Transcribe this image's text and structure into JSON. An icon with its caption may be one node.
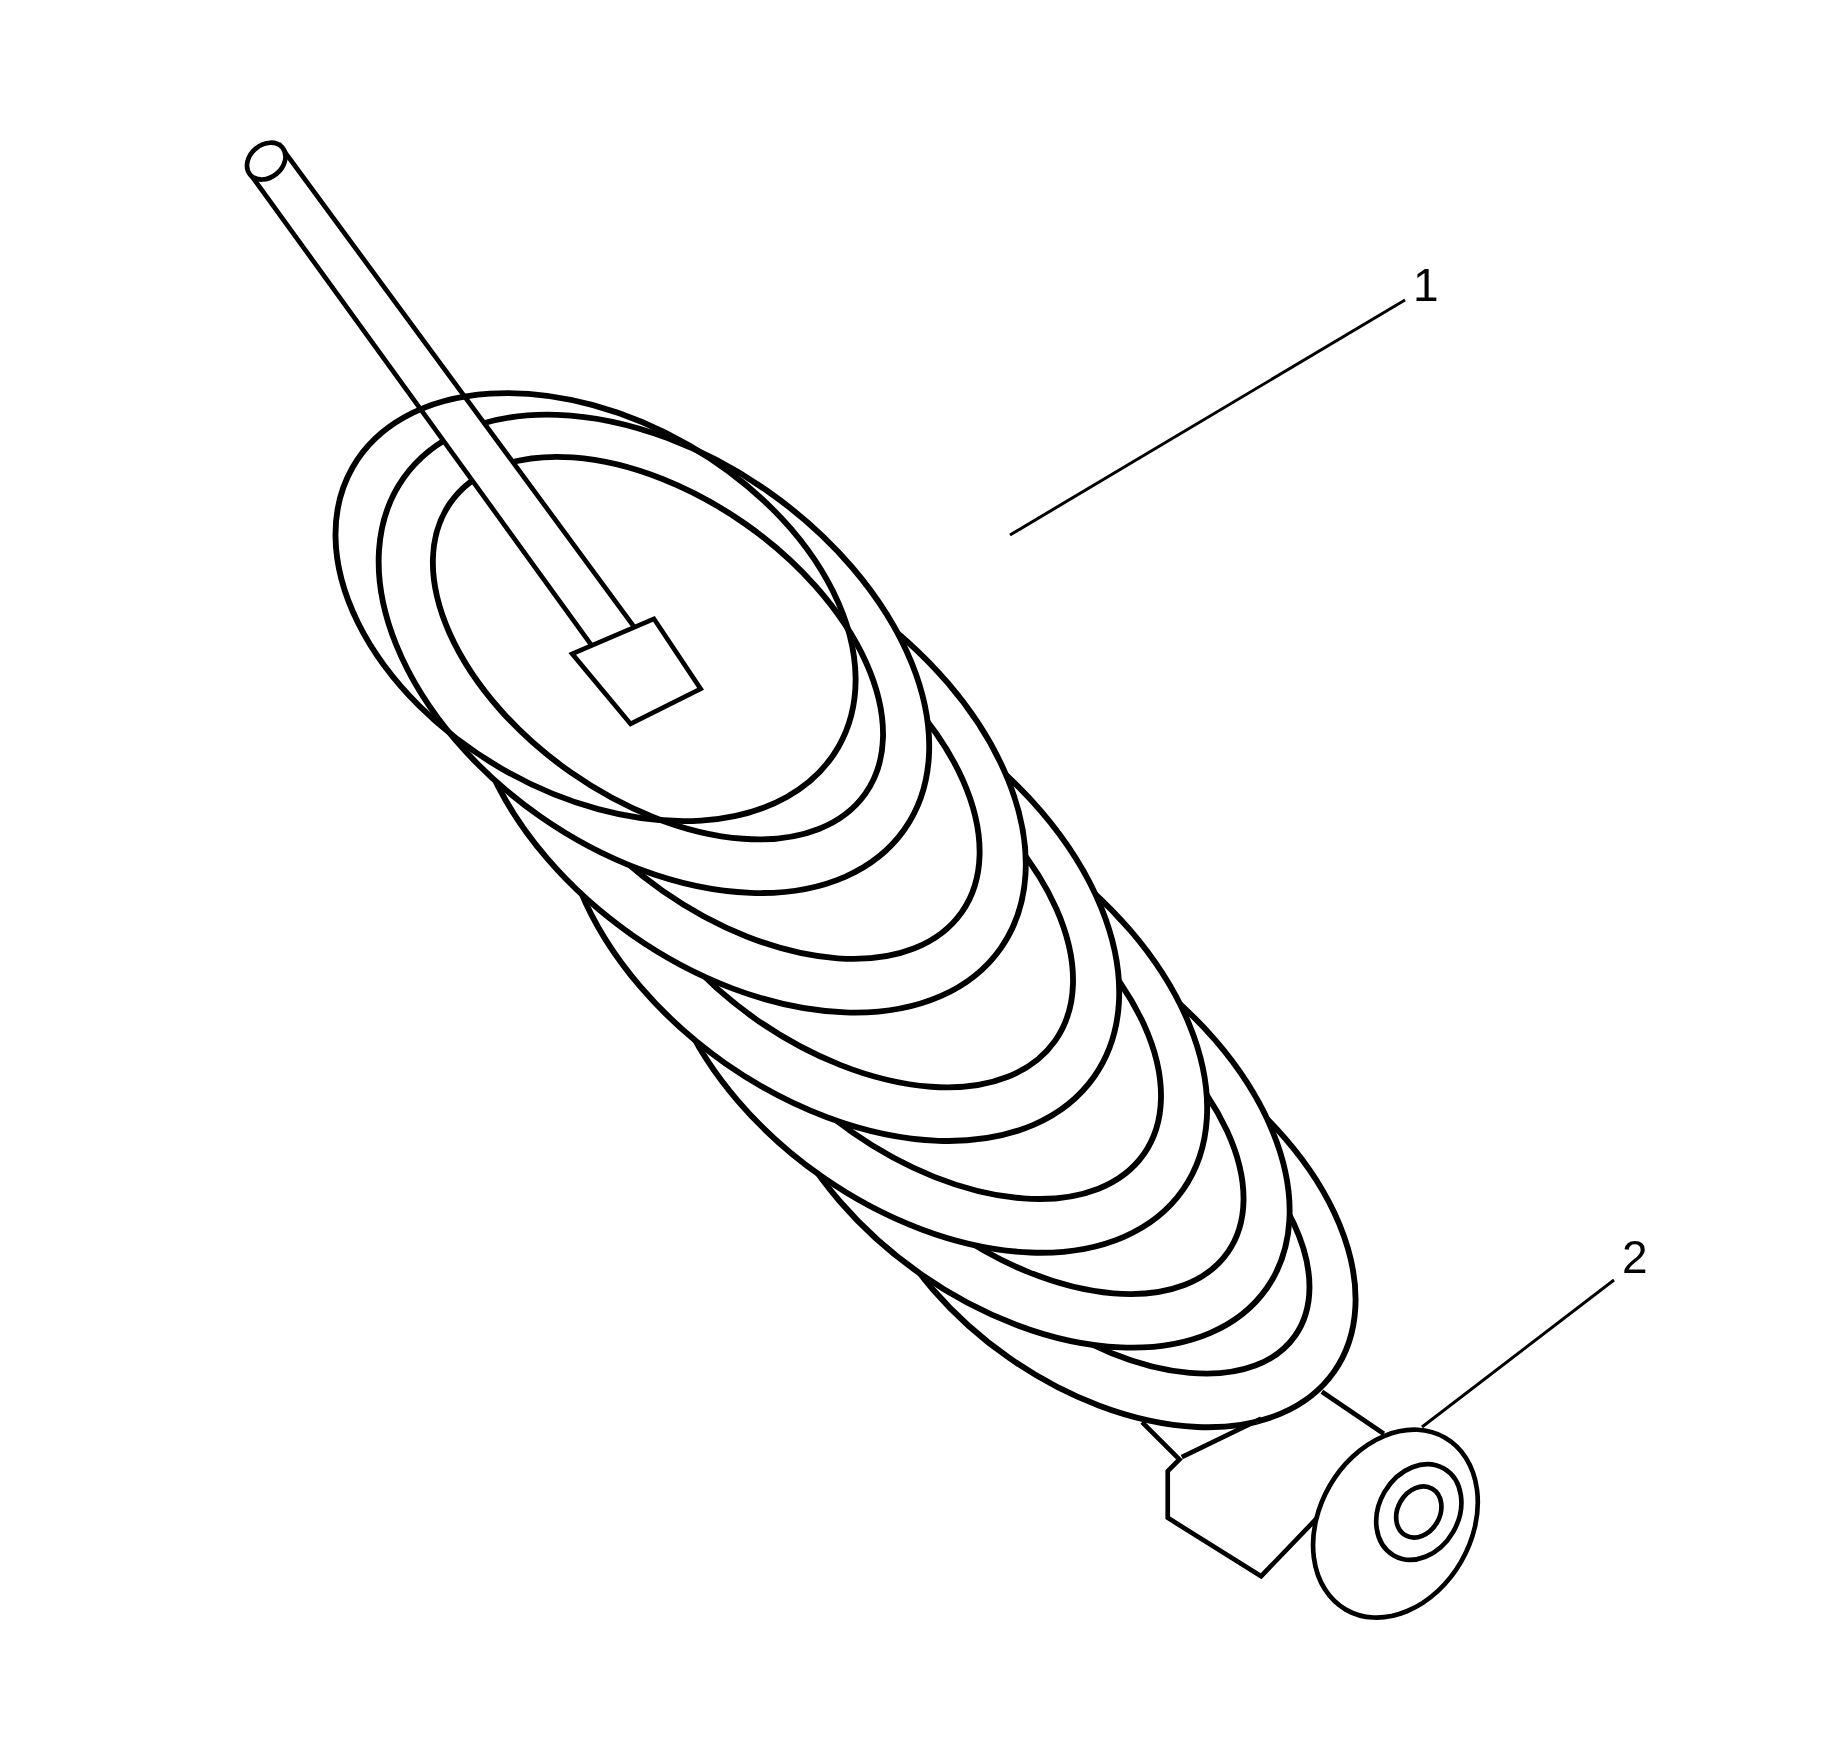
{
  "diagram": {
    "nodes": [
      {
        "text": [
          "1"
        ]
      },
      {
        "text": [],
        "shape": "picture"
      },
      {
        "text": [
          "2"
        ]
      },
      {
        "text": [],
        "shape": "picture"
      }
    ],
    "edges": [
      {
        "from": 0,
        "to": 1,
        "arrow": "none"
      },
      {
        "from": 2,
        "to": 3,
        "arrow": "none"
      }
    ]
  }
}
